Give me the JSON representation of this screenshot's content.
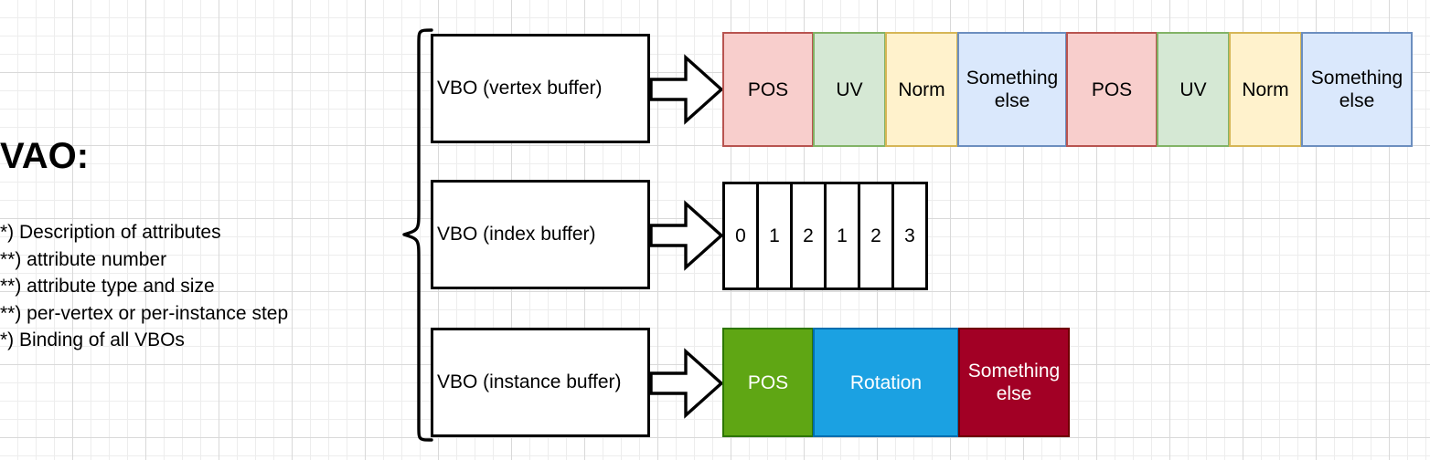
{
  "diagram": {
    "title": "VAO:",
    "notes": [
      "*) Description of attributes",
      "**) attribute number",
      "**) attribute type and size",
      "**) per-vertex or per-instance step",
      "*) Binding of all VBOs"
    ],
    "buffers": [
      {
        "id": "vertex",
        "label": "VBO (vertex buffer)",
        "strip_kind": "vertex-attributes",
        "segments": [
          {
            "label": "POS",
            "width": 100,
            "fill": "#f8cecc",
            "stroke": "#b85450",
            "text_color": "#000000"
          },
          {
            "label": "UV",
            "width": 80,
            "fill": "#d5e8d4",
            "stroke": "#82b366",
            "text_color": "#000000"
          },
          {
            "label": "Norm",
            "width": 80,
            "fill": "#fff2cc",
            "stroke": "#d6b656",
            "text_color": "#000000"
          },
          {
            "label": "Something else",
            "width": 120,
            "fill": "#dae8fc",
            "stroke": "#6c8ebf",
            "text_color": "#000000"
          },
          {
            "label": "POS",
            "width": 100,
            "fill": "#f8cecc",
            "stroke": "#b85450",
            "text_color": "#000000"
          },
          {
            "label": "UV",
            "width": 80,
            "fill": "#d5e8d4",
            "stroke": "#82b366",
            "text_color": "#000000"
          },
          {
            "label": "Norm",
            "width": 80,
            "fill": "#fff2cc",
            "stroke": "#d6b656",
            "text_color": "#000000"
          },
          {
            "label": "Something else",
            "width": 122,
            "fill": "#dae8fc",
            "stroke": "#6c8ebf",
            "text_color": "#000000"
          }
        ]
      },
      {
        "id": "index",
        "label": "VBO (index buffer)",
        "strip_kind": "index-cells",
        "segments": [
          {
            "label": "0"
          },
          {
            "label": "1"
          },
          {
            "label": "2"
          },
          {
            "label": "1"
          },
          {
            "label": "2"
          },
          {
            "label": "3"
          }
        ]
      },
      {
        "id": "instance",
        "label": "VBO (instance buffer)",
        "strip_kind": "instance-attributes",
        "segments": [
          {
            "label": "POS",
            "width": 100,
            "fill": "#5fa614",
            "stroke": "#2d7600",
            "text_color": "#ffffff"
          },
          {
            "label": "Rotation",
            "width": 160,
            "fill": "#1ba1e2",
            "stroke": "#006eaf",
            "text_color": "#ffffff"
          },
          {
            "label": "Something else",
            "width": 122,
            "fill": "#a20025",
            "stroke": "#6f0000",
            "text_color": "#ffffff"
          }
        ]
      }
    ],
    "icons": {
      "brace": "curly-brace-icon",
      "arrow": "block-arrow-right-icon"
    },
    "colors": {
      "grid_minor": "#ededed",
      "grid_major": "#d9d9d9",
      "outline": "#000000",
      "background": "#ffffff"
    }
  }
}
